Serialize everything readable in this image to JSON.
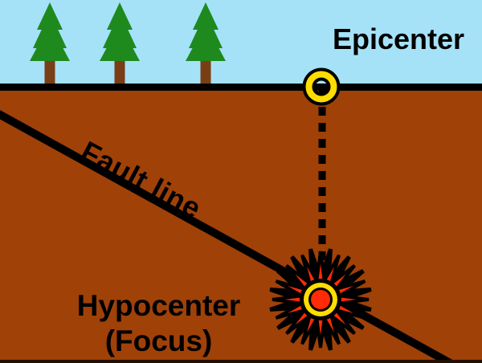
{
  "labels": {
    "epicenter": "Epicenter",
    "fault_line": "Fault line",
    "hypocenter": "Hypocenter",
    "focus": "(Focus)"
  },
  "colors": {
    "sky": "#A5E2F8",
    "ground": "#A04108",
    "outline_black": "#000000",
    "tree_foliage": "#1E8A1E",
    "tree_trunk": "#7A3E16",
    "marker_yellow": "#FFDD00",
    "burst_red": "#FF2B06",
    "bottom_edge": "#241000"
  },
  "icons": {
    "epicenter_marker": "yellow-ring-icon",
    "hypocenter_marker": "starburst-icon",
    "trees": "pine-tree-icon"
  }
}
